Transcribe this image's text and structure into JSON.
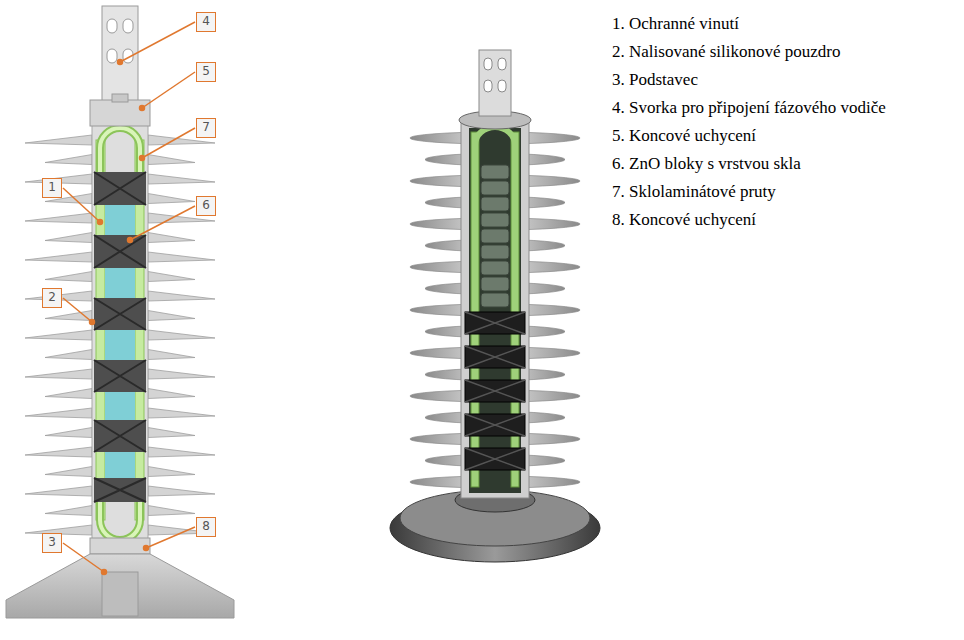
{
  "diagram": {
    "nodes": [
      {
        "text": [
          "4"
        ]
      },
      {
        "text": [
          "5"
        ]
      },
      {
        "text": [
          "7"
        ]
      },
      {
        "text": [
          "1"
        ]
      },
      {
        "text": [
          "6"
        ]
      },
      {
        "text": [
          "2"
        ]
      },
      {
        "text": [
          "8"
        ]
      },
      {
        "text": [
          "3"
        ]
      }
    ],
    "labels": [
      "1. Ochranné vinutí",
      "2. Nalisované silikonové pouzdro",
      "3. Podstavec",
      "4. Svorka pro připojení fázového vodiče",
      "5. Koncové uchycení",
      "6. ZnO bloky s vrstvou skla",
      "7. Sklolaminátové pruty",
      "8. Koncové uchycení"
    ]
  }
}
